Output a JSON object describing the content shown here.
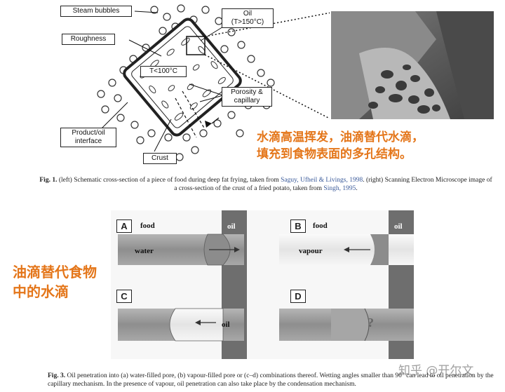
{
  "figure1": {
    "labels": {
      "steam_bubbles": "Steam bubbles",
      "roughness": "Roughness",
      "oil_line1": "Oil",
      "oil_line2": "(T>150°C)",
      "inner_temp": "T<100°C",
      "porosity_line1": "Porosity &",
      "porosity_line2": "capillary",
      "interface_line1": "Product/oil",
      "interface_line2": "interface",
      "crust": "Crust"
    },
    "annotation_line1": "水滴高温挥发，油滴替代水滴，",
    "annotation_line2": "填充到食物表面的多孔结构。",
    "caption": {
      "label": "Fig. 1.",
      "text_a": " (left) Schematic cross-section of a piece of food during deep fat frying, taken from ",
      "ref1": "Saguy, Ufheil & Livings, 1998",
      "text_b": ". (right) Scanning Electron Microscope image of a cross-section of the crust of a fried potato, taken from ",
      "ref2": "Singh, 1995",
      "text_c": "."
    }
  },
  "figure3": {
    "panels": {
      "a": {
        "letter": "A",
        "left_label": "food",
        "right_label": "oil",
        "content_label": "water"
      },
      "b": {
        "letter": "B",
        "left_label": "food",
        "right_label": "oil",
        "content_label": "vapour"
      },
      "c": {
        "letter": "C",
        "content_label": "oil"
      },
      "d": {
        "letter": "D",
        "content_label": "?"
      }
    },
    "annotation_line1": "油滴替代食物",
    "annotation_line2": "中的水滴",
    "watermark": "知乎 @开尔文",
    "caption": {
      "label": "Fig. 3.",
      "text": " Oil penetration into (a) water-filled pore, (b) vapour-filled pore or (c–d) combinations thereof. Wetting angles smaller than 90° can lead to oil penetration by the capillary mechanism. In the presence of vapour, oil penetration can also take place by the condensation mechanism."
    }
  },
  "colors": {
    "annotation": "#e4761a",
    "reference_link": "#3a5a9a",
    "wall_dark": "#6e6e6e",
    "pore_fill": "#9a9a9a",
    "pore_light": "#f2f2f2"
  }
}
